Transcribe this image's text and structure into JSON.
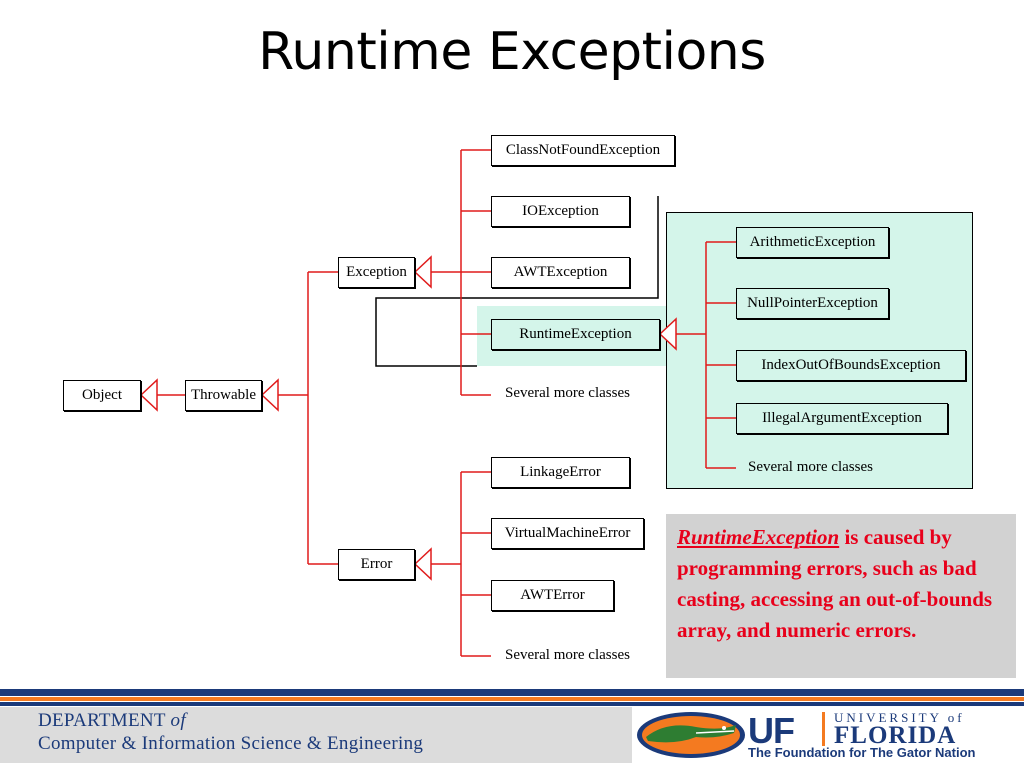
{
  "slide": {
    "title": "Runtime Exceptions"
  },
  "diagram": {
    "object": "Object",
    "throwable": "Throwable",
    "exception": "Exception",
    "error": "Error",
    "exception_children": [
      "ClassNotFoundException",
      "IOException",
      "AWTException",
      "RuntimeException",
      "Several more classes"
    ],
    "runtime_children": [
      "ArithmeticException",
      "NullPointerException",
      "IndexOutOfBoundsException",
      "IllegalArgumentException",
      "Several more classes"
    ],
    "error_children": [
      "LinkageError",
      "VirtualMachineError",
      "AWTError",
      "Several more classes"
    ]
  },
  "note": {
    "term": "RuntimeException",
    "text": " is caused by programming errors, such as bad casting, accessing an out-of-bounds array, and numeric errors."
  },
  "footer": {
    "dept_line1_a": "DEPARTMENT ",
    "dept_line1_b": "of",
    "dept_line2": "Computer & Information Science & Engineering",
    "uf_mark": "UF",
    "university": "UNIVERSITY of",
    "florida": "FLORIDA",
    "tagline": "The Foundation for The Gator Nation"
  },
  "colors": {
    "connector": "#e01b1b",
    "panel": "#d4f5ea",
    "note_text": "#e8001b",
    "navy": "#1b3a7a",
    "orange": "#f47a20"
  }
}
